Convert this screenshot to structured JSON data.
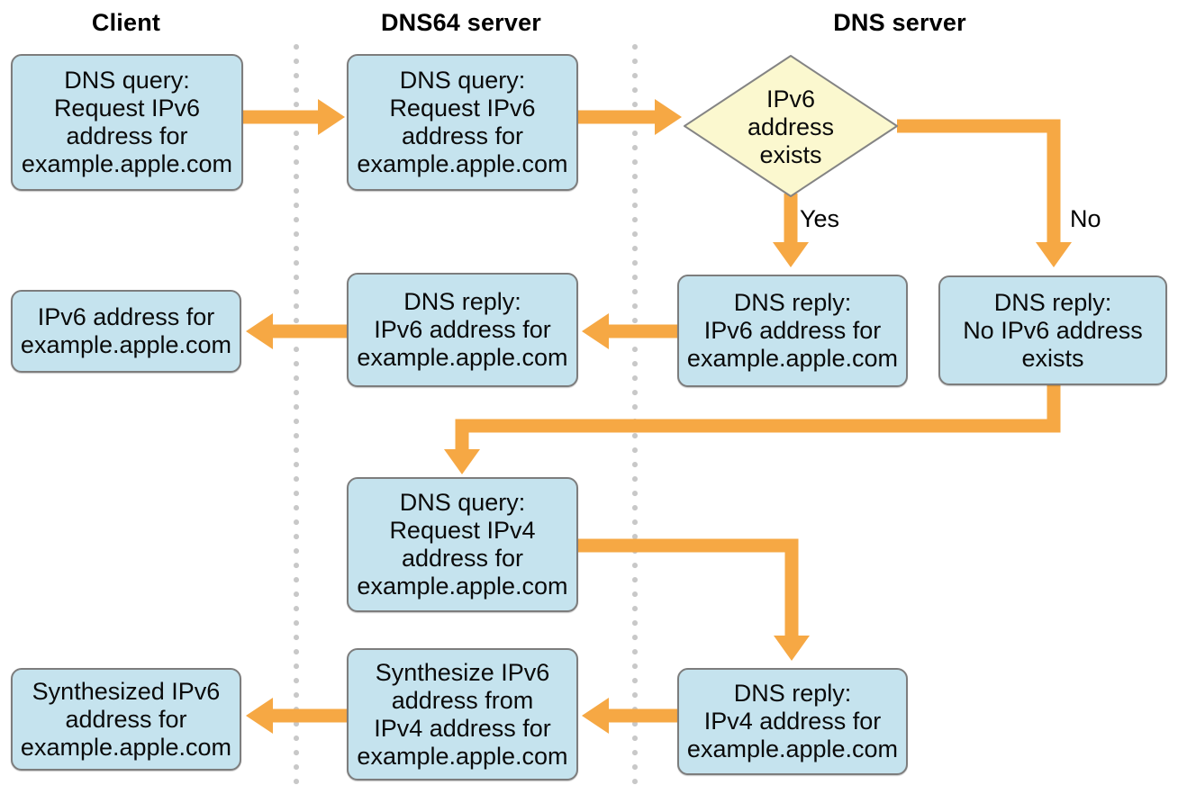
{
  "colors": {
    "box_fill": "#c5e3ee",
    "box_border": "#7d7d7d",
    "diamond_fill": "#fbf8cf",
    "diamond_border": "#848484",
    "arrow": "#f6a844",
    "dots": "#c8c8c8"
  },
  "headers": [
    {
      "label": "Client"
    },
    {
      "label": "DNS64 server"
    },
    {
      "label": "DNS server"
    }
  ],
  "decision": {
    "lines": [
      "IPv6",
      "address",
      "exists"
    ],
    "yes_label": "Yes",
    "no_label": "No"
  },
  "nodes": {
    "client_query": {
      "lines": [
        "DNS query:",
        "Request IPv6",
        "address for",
        "example.apple.com"
      ]
    },
    "dns64_query": {
      "lines": [
        "DNS query:",
        "Request IPv6",
        "address for",
        "example.apple.com"
      ]
    },
    "dns_reply_ipv6": {
      "lines": [
        "DNS reply:",
        "IPv6 address for",
        "example.apple.com"
      ]
    },
    "no_ipv6_reply": {
      "lines": [
        "DNS reply:",
        "No IPv6 address",
        "exists"
      ]
    },
    "dns64_reply_ipv6": {
      "lines": [
        "DNS reply:",
        "IPv6 address for",
        "example.apple.com"
      ]
    },
    "client_ipv6_result": {
      "lines": [
        "IPv6 address for",
        "example.apple.com"
      ]
    },
    "dns64_query_ipv4": {
      "lines": [
        "DNS query:",
        "Request IPv4",
        "address for",
        "example.apple.com"
      ]
    },
    "dns_reply_ipv4": {
      "lines": [
        "DNS reply:",
        "IPv4 address for",
        "example.apple.com"
      ]
    },
    "synthesize": {
      "lines": [
        "Synthesize IPv6",
        "address from",
        "IPv4 address for",
        "example.apple.com"
      ]
    },
    "client_synthesized": {
      "lines": [
        "Synthesized IPv6",
        "address for",
        "example.apple.com"
      ]
    }
  }
}
